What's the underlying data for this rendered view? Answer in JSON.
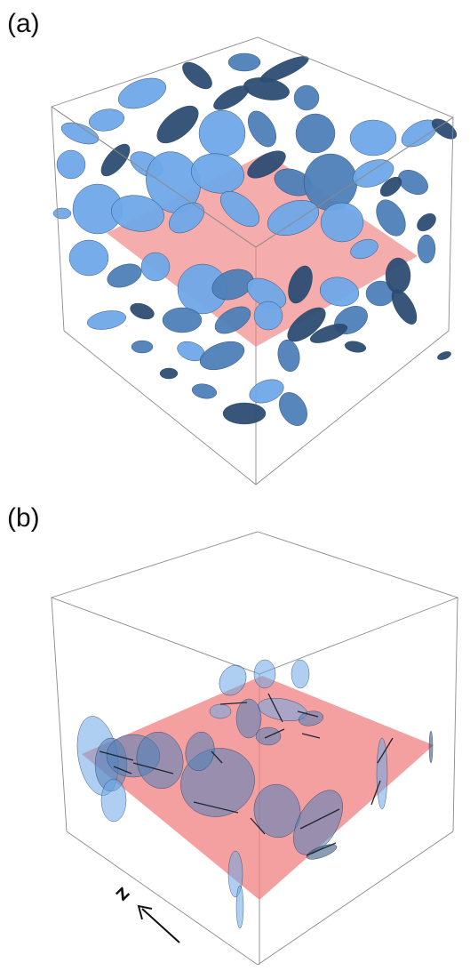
{
  "panels": [
    {
      "label": "(a)"
    },
    {
      "label": "(b)",
      "direction_indicator": {
        "label": "Z"
      }
    }
  ],
  "colors": {
    "disk_light": "#6ea8e8",
    "disk_mid": "#4e7fb8",
    "disk_dark": "#2c4d73",
    "plane": "#f08080",
    "cube_edge": "#8a8a8a"
  }
}
